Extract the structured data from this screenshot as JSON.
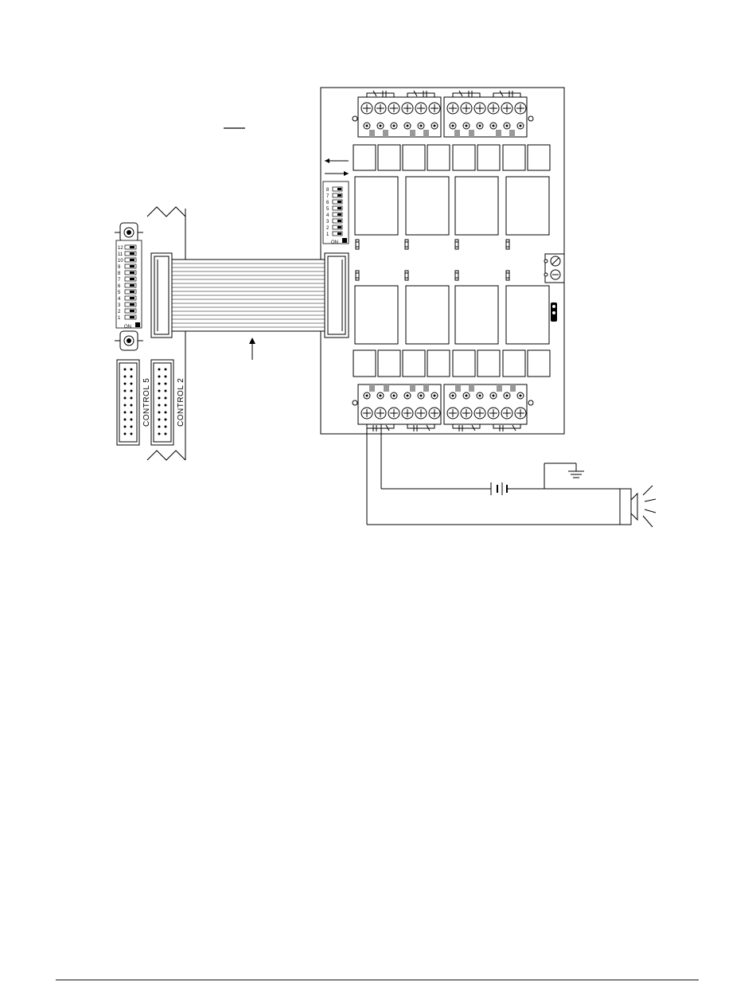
{
  "diagram": {
    "header_labels": [
      {
        "id": "control-5",
        "text": "CONTROL 5"
      },
      {
        "id": "control-2",
        "text": "CONTROL 2"
      }
    ],
    "dip_switch_left": {
      "numbers": [
        "12",
        "11",
        "10",
        "9",
        "8",
        "7",
        "6",
        "5",
        "4",
        "3",
        "2",
        "1"
      ],
      "on_label": "ON"
    },
    "dip_switch_relay": {
      "numbers": [
        "8",
        "7",
        "6",
        "5",
        "4",
        "3",
        "2",
        "1"
      ],
      "on_label": "ON"
    },
    "relay_card": {
      "relay_count": 8,
      "terminal_groups": 4
    },
    "colors": {
      "line": "#000000",
      "fill": "#ffffff",
      "shade": "#999999"
    }
  }
}
